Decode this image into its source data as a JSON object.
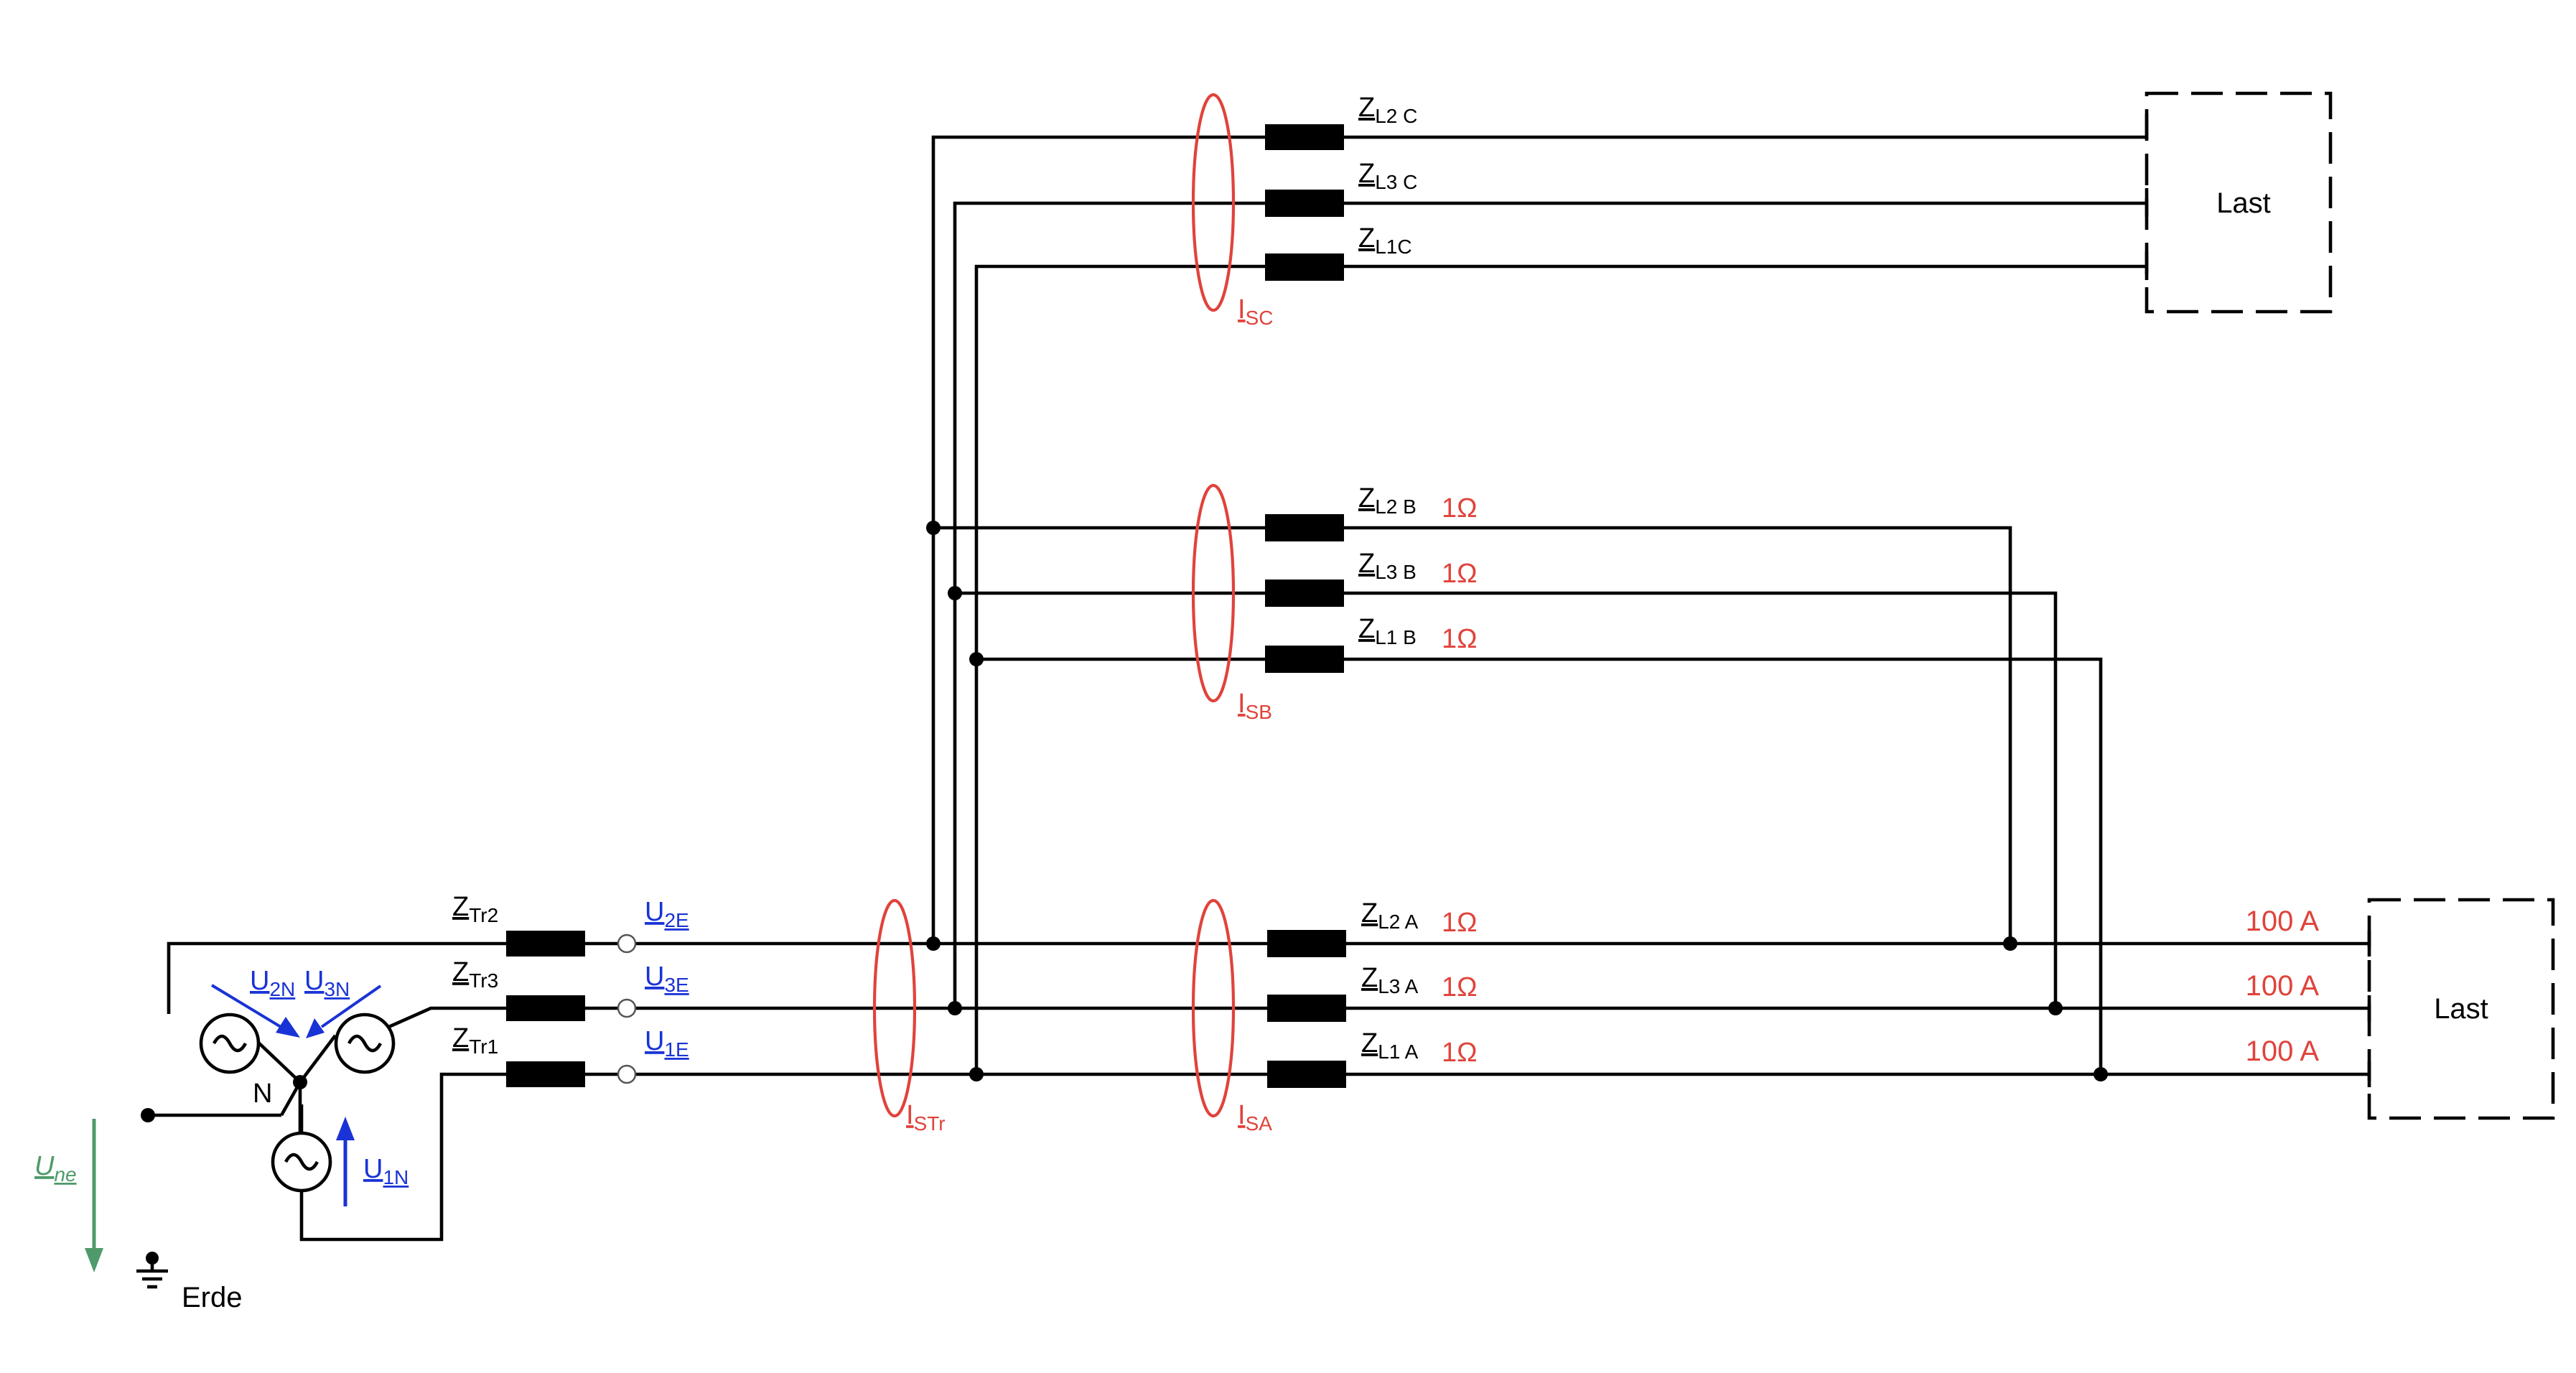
{
  "colors": {
    "wire": "#000000",
    "current": "#e0433b",
    "voltage": "#1a33d6",
    "earth_voltage": "#4e9a6a"
  },
  "loads": {
    "c": "Last",
    "a": "Last"
  },
  "impedances": {
    "l2c": {
      "sym": "Z",
      "sub": "L2 C"
    },
    "l3c": {
      "sym": "Z",
      "sub": "L3 C"
    },
    "l1c": {
      "sym": "Z",
      "sub": "L1C"
    },
    "l2b": {
      "sym": "Z",
      "sub": "L2 B",
      "value": "1Ω"
    },
    "l3b": {
      "sym": "Z",
      "sub": "L3 B",
      "value": "1Ω"
    },
    "l1b": {
      "sym": "Z",
      "sub": "L1 B",
      "value": "1Ω"
    },
    "l2a": {
      "sym": "Z",
      "sub": "L2 A",
      "value": "1Ω"
    },
    "l3a": {
      "sym": "Z",
      "sub": "L3 A",
      "value": "1Ω"
    },
    "l1a": {
      "sym": "Z",
      "sub": "L1 A",
      "value": "1Ω"
    },
    "tr2": {
      "sym": "Z",
      "sub": "Tr2"
    },
    "tr3": {
      "sym": "Z",
      "sub": "Tr3"
    },
    "tr1": {
      "sym": "Z",
      "sub": "Tr1"
    }
  },
  "currents": {
    "sc": {
      "sym": "I",
      "sub": "SC"
    },
    "sb": {
      "sym": "I",
      "sub": "SB"
    },
    "sa": {
      "sym": "I",
      "sub": "SA"
    },
    "str": {
      "sym": "I",
      "sub": "STr"
    },
    "load": [
      "100 A",
      "100 A",
      "100 A"
    ]
  },
  "voltages": {
    "u2e": {
      "sym": "U",
      "sub": "2E"
    },
    "u3e": {
      "sym": "U",
      "sub": "3E"
    },
    "u1e": {
      "sym": "U",
      "sub": "1E"
    },
    "u2n": {
      "sym": "U",
      "sub": "2N"
    },
    "u3n": {
      "sym": "U",
      "sub": "3N"
    },
    "u1n": {
      "sym": "U",
      "sub": "1N"
    },
    "une": {
      "sym": "U",
      "sub": "ne"
    }
  },
  "labels": {
    "neutral": "N",
    "earth": "Erde"
  }
}
